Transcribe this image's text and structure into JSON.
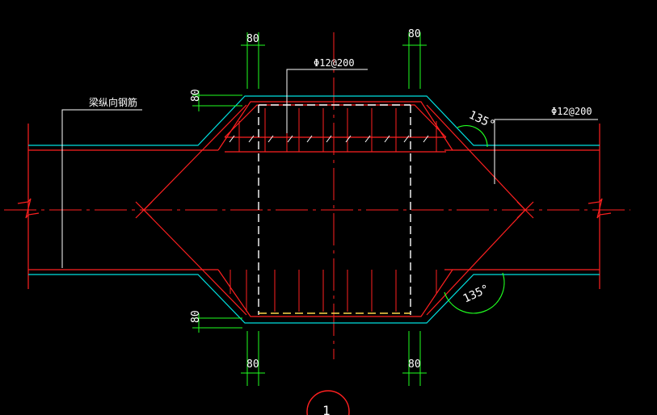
{
  "drawing": {
    "labels": {
      "rebar_top": "Φ12@200",
      "rebar_right": "Φ12@200",
      "longitudinal_bar": "梁纵向钢筋",
      "angle_top": "135°",
      "angle_bottom": "135°",
      "detail_number": "1"
    },
    "dimensions": {
      "top_left": "80",
      "top_right": "80",
      "bottom_left": "80",
      "bottom_right": "80",
      "left_upper": "80",
      "left_lower": "80"
    },
    "colors": {
      "background": "#000000",
      "beam_outline": "#ff2020",
      "concrete_edge": "#00e0e0",
      "stirrup": "#ffffff",
      "stirrup_bottom": "#ffd84a",
      "dimension": "#20ff20",
      "leader": "#ffffff",
      "angle_arc": "#20ff20"
    }
  }
}
